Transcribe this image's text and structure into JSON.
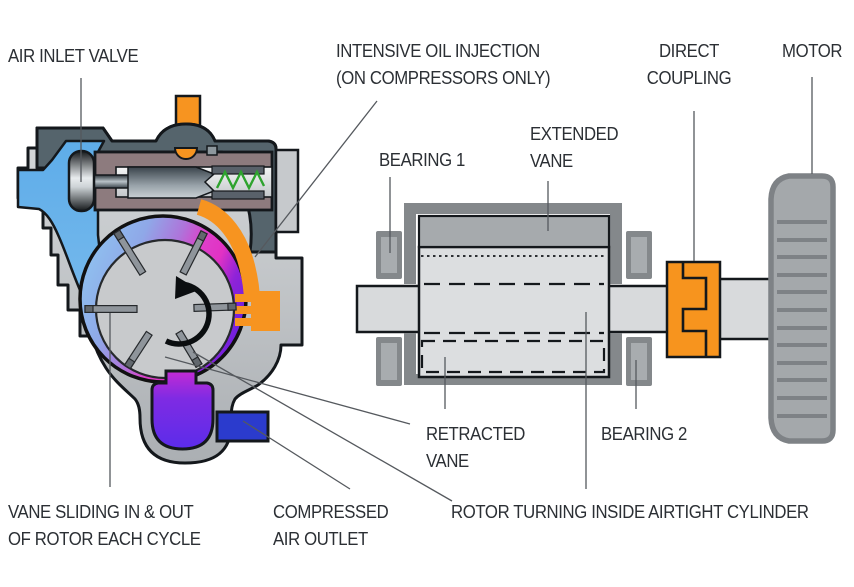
{
  "diagram_title": "Rotary vane pump / compressor cutaway and side section",
  "labels": {
    "air_inlet_valve": "AIR INLET VALVE",
    "oil_injection_line1": "INTENSIVE OIL INJECTION",
    "oil_injection_line2": "(ON COMPRESSORS ONLY)",
    "direct_coupling_line1": "DIRECT",
    "direct_coupling_line2": "COUPLING",
    "motor": "MOTOR",
    "bearing_1": "BEARING 1",
    "extended_vane_line1": "EXTENDED",
    "extended_vane_line2": "VANE",
    "retracted_vane_line1": "RETRACTED",
    "retracted_vane_line2": "VANE",
    "bearing_2": "BEARING 2",
    "rotor_turning": "ROTOR TURNING INSIDE AIRTIGHT CYLINDER",
    "vane_sliding_line1": "VANE SLIDING IN & OUT",
    "vane_sliding_line2": "OF ROTOR EACH CYCLE",
    "compressed_line1": "COMPRESSED",
    "compressed_line2": "AIR OUTLET"
  },
  "icons": {
    "rotation_arrow": "clockwise rotation arc arrow inside rotor"
  },
  "colors": {
    "background": "#ffffff",
    "label_text": "#2b2f34",
    "leader_line": "#55595e",
    "housing_light": "#c2c5c8",
    "housing_slate": "#55646c",
    "inlet_blue": "#63aee9",
    "outlet_pipe_blue": "#2b3bcd",
    "oil_orange": "#f79420",
    "compression_magenta": "#e232c4",
    "exhaust_purple": "#5b2cea",
    "spring_green": "#2ea32e",
    "valve_chamber_mauve": "#8d7b7e",
    "frame_gray": "#84888b",
    "rotor_gray": "#c8cacc",
    "side_rotor_gray": "#dcdee0",
    "vane_block_gray": "#a6aaad",
    "motor_gray": "#a4a8ab",
    "outline_black": "#14181c"
  }
}
